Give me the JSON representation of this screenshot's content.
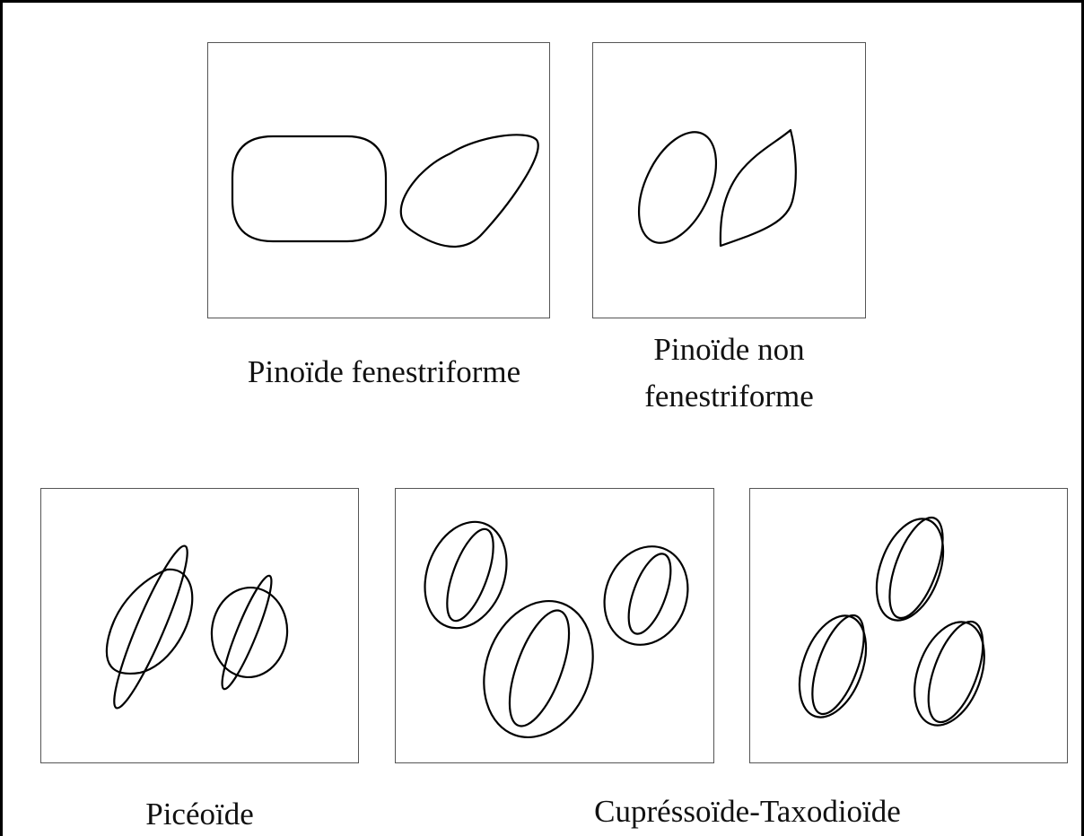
{
  "labels": {
    "pinoide_fenestriforme": "Pinoïde fenestriforme",
    "pinoide_non_line1": "Pinoïde non",
    "pinoide_non_line2": "fenestriforme",
    "piceoide": "Picéoïde",
    "cupressoide_taxodioide": "Cupréssoïde-Taxodioïde"
  },
  "colors": {
    "stroke": "#000000",
    "panel_border": "#555555",
    "background": "#ffffff"
  }
}
